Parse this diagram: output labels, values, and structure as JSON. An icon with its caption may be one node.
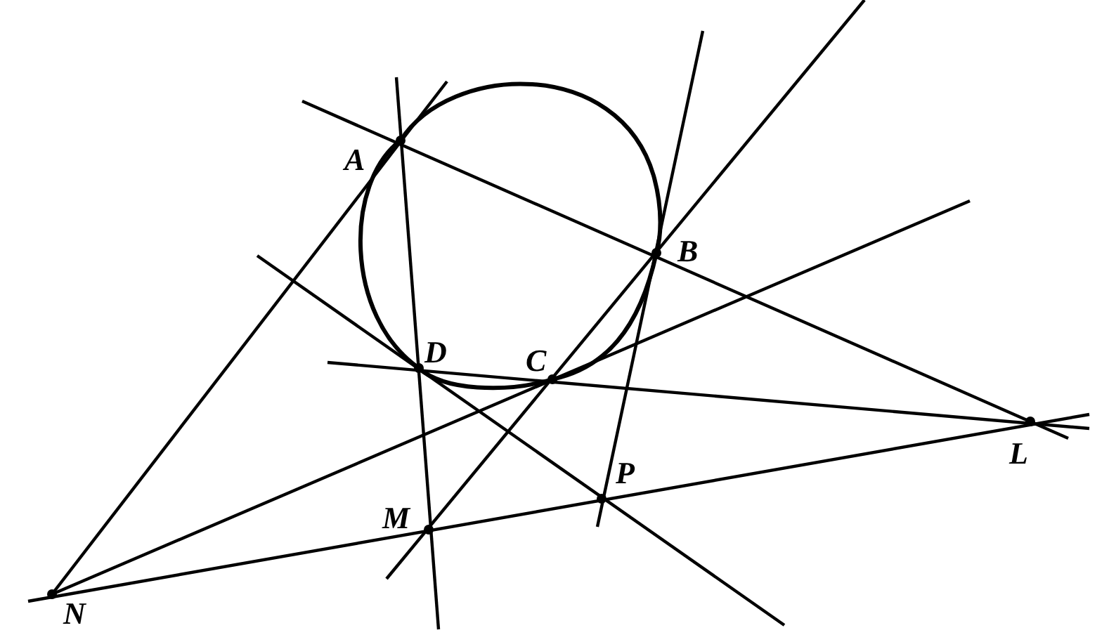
{
  "diagram": {
    "labels": [
      "A",
      "B",
      "D",
      "C",
      "L",
      "P",
      "M",
      "N"
    ]
  }
}
